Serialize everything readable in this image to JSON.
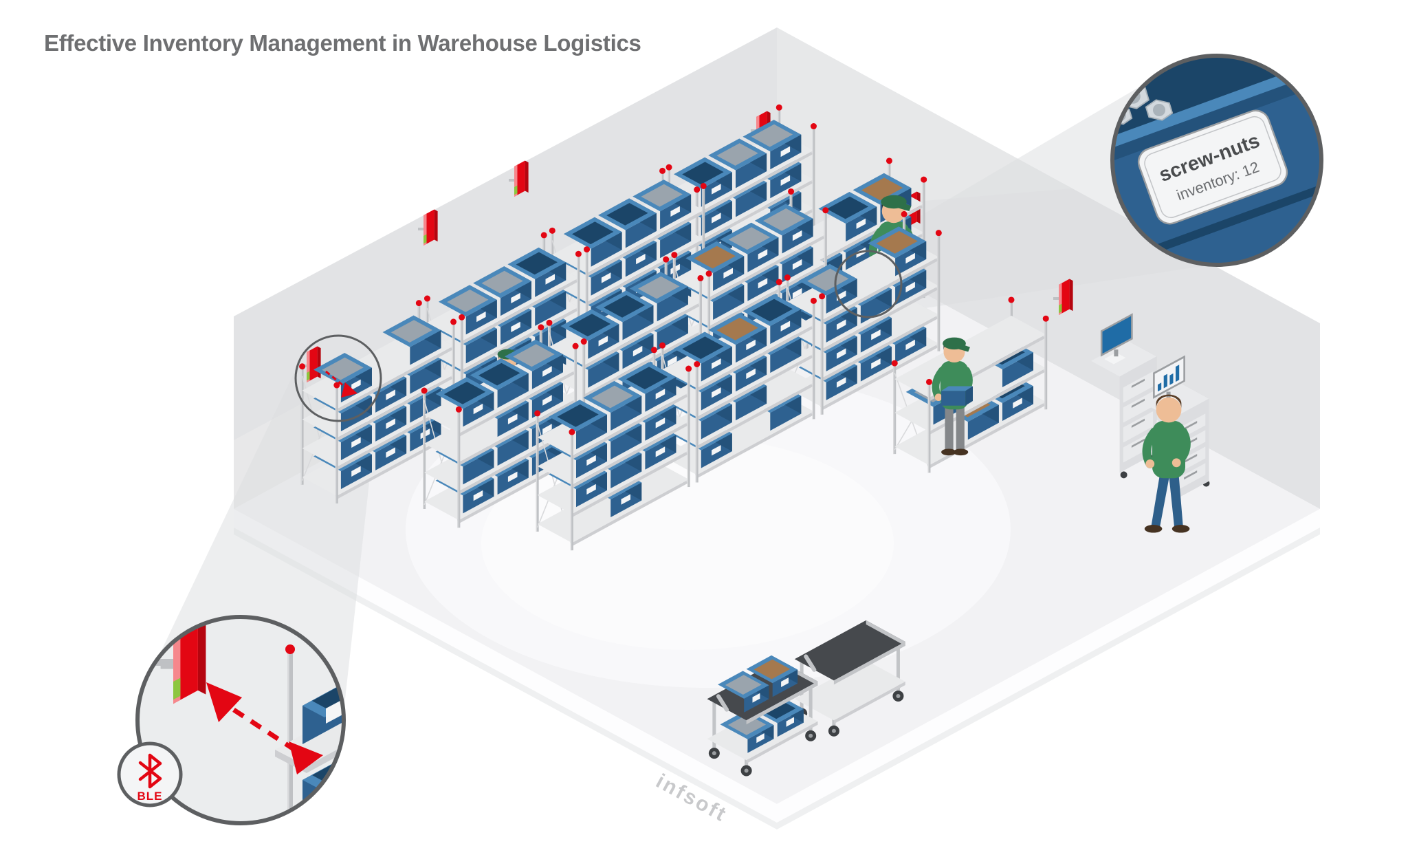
{
  "title": "Effective Inventory Management in Warehouse Logistics",
  "watermark": "infsoft",
  "callouts": {
    "bin_zoom": {
      "product_label": "screw-nuts",
      "inventory_label": "inventory: 12"
    },
    "beacon_zoom": {
      "badge_label": "BLE",
      "badge_icon": "bluetooth-icon"
    }
  },
  "scene_counts": {
    "shelf_units": 12,
    "wall_beacons": 6,
    "workers": 4,
    "carts": 2
  },
  "colors": {
    "accent_red": "#e30613",
    "accent_red_dark": "#b5050f",
    "accent_red_light": "#f6878c",
    "beacon_green": "#8dc63f",
    "bin_front": "#2e6190",
    "bin_side": "#24527b",
    "bin_top": "#4a88ba",
    "bin_interior": "#1b4568",
    "bin_contents_tan": "#a5794e",
    "bin_contents_metal": "#9aa4ad",
    "label_white": "#f4f5f6",
    "wall": "#e2e3e5",
    "wall_light": "#eceded",
    "floor": "#f2f2f4",
    "floor_highlight": "#f8f8fa",
    "floor_band": "#fdfdfe",
    "floor_band_shadow": "#e8e9eb",
    "cone_gray": "#dcdde0",
    "shelf_metal": "#bfc1c4",
    "shelf_metal_light": "#d9dadc",
    "shelf_slab": "#e9eaeb",
    "shelf_slab_front": "#cdced1",
    "shelf_slab_side": "#dadbde",
    "worker_green": "#3e8c5a",
    "worker_cap": "#2e7049",
    "skin": "#eebd96",
    "hair_dark": "#32281f",
    "hair_brown": "#5b3f28",
    "pants_gray": "#84878a",
    "jeans_blue": "#2e5f8a",
    "shoe_dark": "#463322",
    "cart_dark": "#46494d",
    "cart_frame": "#c2c4c7",
    "wheel_dark": "#3d4043",
    "monitor_frame": "#9b9ea1",
    "screen_blue": "#1f6ca6",
    "screen_white": "#f3f4f6",
    "cabinet_front": "#dcdde0",
    "cabinet_side": "#c9cbcd",
    "cabinet_top": "#e9eaec",
    "circle_stroke": "#5d5f61",
    "text_dark": "#4a4c4e",
    "text_mid": "#6b6d70",
    "title_text": "#6e6f71",
    "watermark_gray": "#c6c7c9",
    "callout_bg": "#ebedee",
    "nut_gray": "#d3d9de",
    "nut_edge": "#aab3ba"
  }
}
